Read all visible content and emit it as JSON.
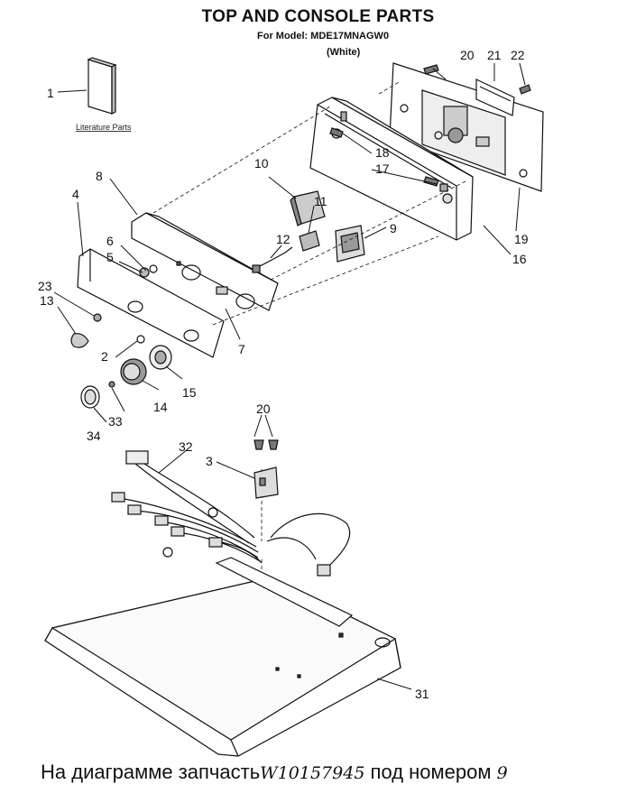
{
  "header": {
    "title": "TOP AND CONSOLE PARTS",
    "model": "For Model: MDE17MNAGW0",
    "color": "(White)"
  },
  "literature_label": "Literature Parts",
  "part_numbers": [
    "1",
    "2",
    "3",
    "4",
    "5",
    "6",
    "7",
    "8",
    "9",
    "10",
    "11",
    "12",
    "13",
    "14",
    "15",
    "16",
    "17",
    "18",
    "19",
    "20",
    "21",
    "22",
    "23",
    "31",
    "32",
    "33",
    "34",
    "20"
  ],
  "caption": {
    "prefix": "На диаграмме запчасть",
    "part_code": "W10157945",
    "middle": "под номером",
    "number": "9"
  }
}
